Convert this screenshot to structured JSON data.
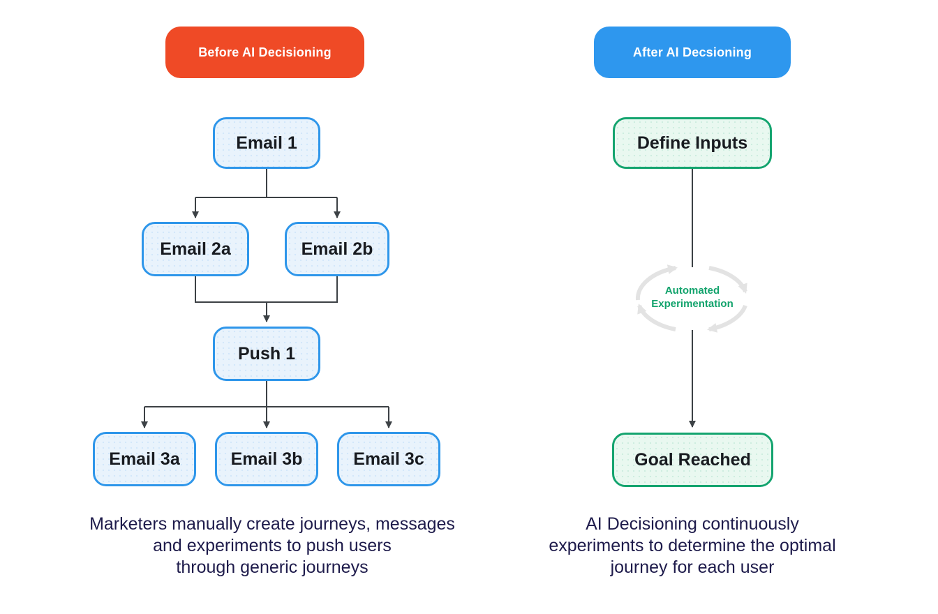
{
  "left": {
    "badge": {
      "label": "Before AI Decisioning"
    },
    "nodes": [
      {
        "id": "email1",
        "label": "Email 1"
      },
      {
        "id": "email2a",
        "label": "Email 2a"
      },
      {
        "id": "email2b",
        "label": "Email 2b"
      },
      {
        "id": "push1",
        "label": "Push 1"
      },
      {
        "id": "email3a",
        "label": "Email 3a"
      },
      {
        "id": "email3b",
        "label": "Email 3b"
      },
      {
        "id": "email3c",
        "label": "Email 3c"
      }
    ],
    "caption": {
      "line1": "Marketers manually create journeys, messages",
      "line2": "and experiments to push users",
      "line3": "through generic journeys"
    }
  },
  "right": {
    "badge": {
      "label": "After AI Decsioning"
    },
    "nodes": [
      {
        "id": "define_inputs",
        "label": "Define Inputs"
      },
      {
        "id": "goal_reached",
        "label": "Goal Reached"
      }
    ],
    "cycle_icon": "circular-arrows-loop",
    "cycle_label": {
      "line1": "Automated",
      "line2": "Experimentation"
    },
    "caption": {
      "line1": "AI Decisioning continuously",
      "line2": "experiments to determine the optimal",
      "line3": "journey for each user"
    }
  },
  "colors": {
    "badge_before": "#EF4A26",
    "badge_after": "#2E97EE",
    "badge_text": "#FFFFFF",
    "node_blue_fill": "#E9F3FC",
    "node_blue_border": "#2E96EA",
    "node_green_fill": "#E9F8F0",
    "node_green_border": "#14A46F",
    "node_text": "#181B20",
    "arrow": "#3C4145",
    "cycle_arrow": "#E3E3E3",
    "cycle_text": "#12A36C",
    "caption_text": "#1E1B4B",
    "page_bg": "#FFFFFF"
  }
}
